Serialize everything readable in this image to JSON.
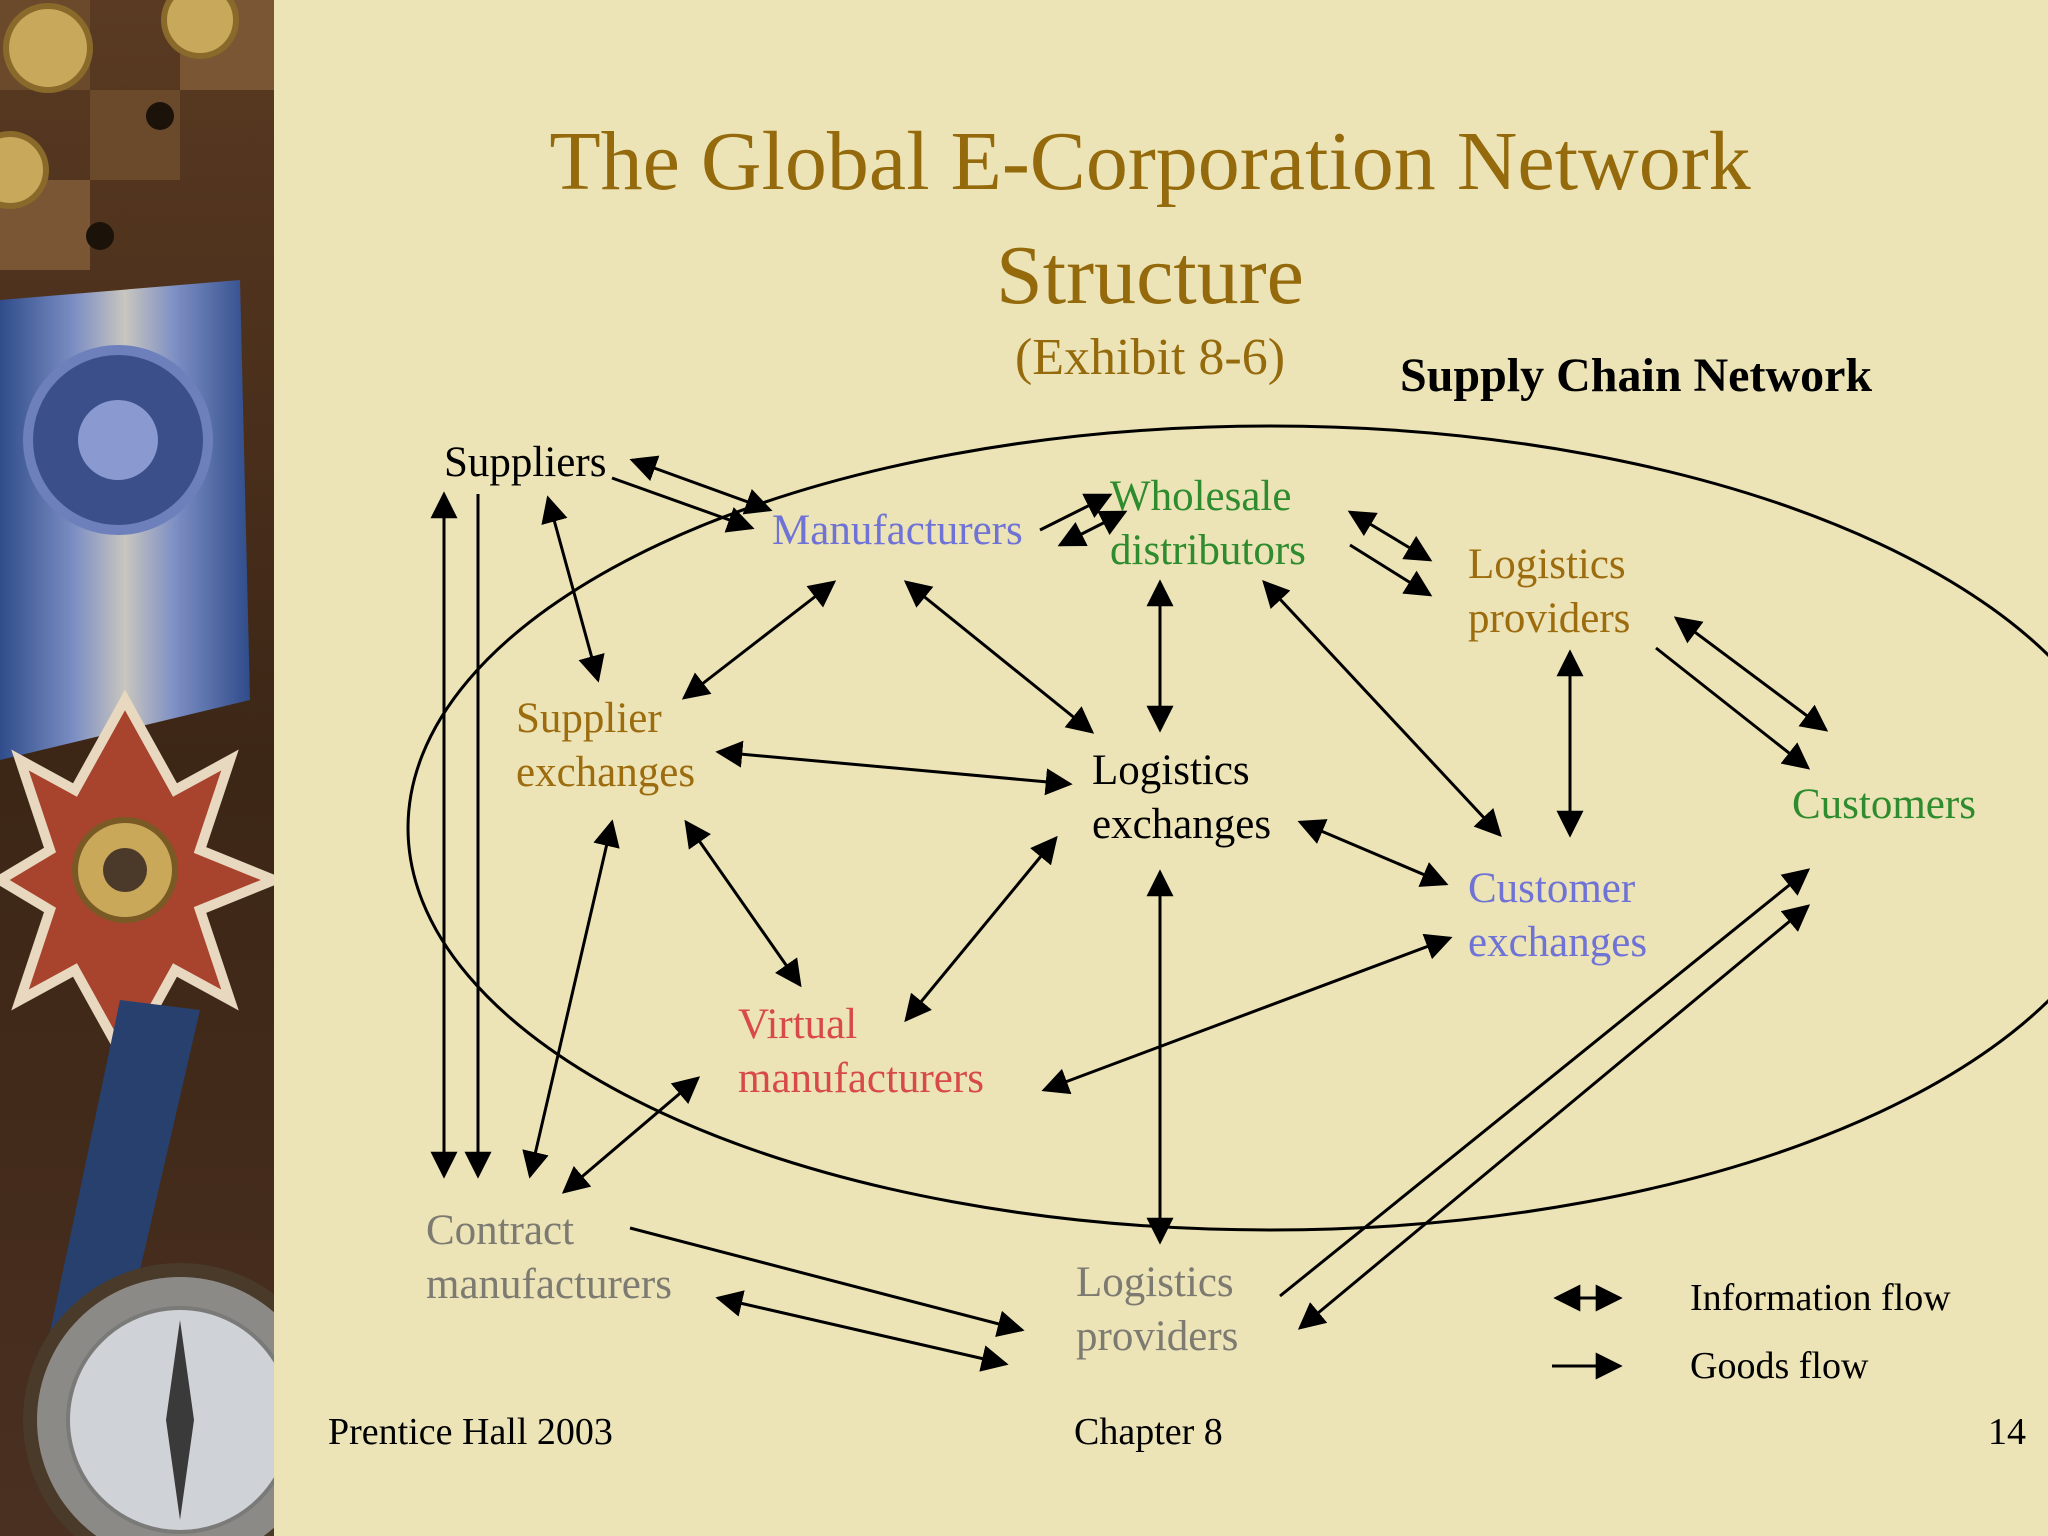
{
  "slide": {
    "title_line1": "The Global E-Corporation Network",
    "title_line2": "Structure",
    "subtitle": "(Exhibit 8-6)",
    "network_heading": "Supply Chain Network"
  },
  "nodes": {
    "suppliers": "Suppliers",
    "manufacturers": "Manufacturers",
    "wholesale_1": "Wholesale",
    "wholesale_2": "distributors",
    "logistics_providers_top_1": "Logistics",
    "logistics_providers_top_2": "providers",
    "supplier_exchanges_1": "Supplier",
    "supplier_exchanges_2": "exchanges",
    "logistics_exchanges_1": "Logistics",
    "logistics_exchanges_2": "exchanges",
    "customers": "Customers",
    "customer_exchanges_1": "Customer",
    "customer_exchanges_2": "exchanges",
    "virtual_1": "Virtual",
    "virtual_2": "manufacturers",
    "contract_1": "Contract",
    "contract_2": "manufacturers",
    "logistics_providers_bottom_1": "Logistics",
    "logistics_providers_bottom_2": "providers"
  },
  "legend": {
    "information_flow": "Information flow",
    "goods_flow": "Goods flow"
  },
  "footer": {
    "left": "Prentice Hall 2003",
    "center": "Chapter 8",
    "right": "14"
  },
  "colors": {
    "title": "#946a0c",
    "background": "#ece4b6",
    "brown_node": "#9c6c0f",
    "blue_node": "#6f73d6",
    "green_node": "#2e8b2e",
    "red_node": "#d84a4a",
    "gray_node": "#7d7a72"
  }
}
